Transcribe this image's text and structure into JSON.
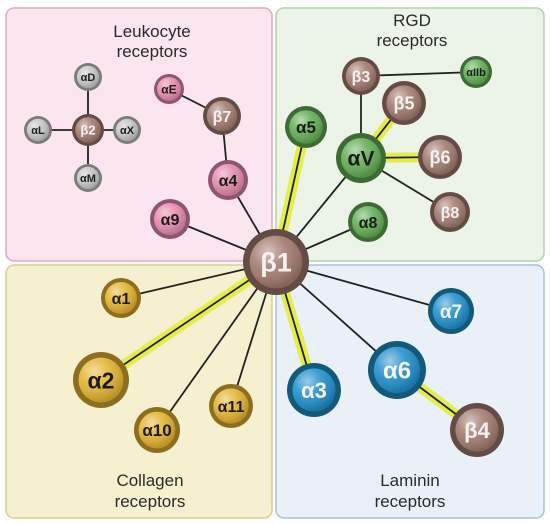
{
  "quadrants": {
    "leukocyte": {
      "line1": "Leukocyte",
      "line2": "receptors",
      "fill": "#fbe5ee",
      "stroke": "#e2a9c1"
    },
    "rgd": {
      "line1": "RGD",
      "line2": "receptors",
      "fill": "#ecf4e8",
      "stroke": "#b4d3a8"
    },
    "collagen": {
      "line1": "Collagen",
      "line2": "receptors",
      "fill": "#f5f1d0",
      "stroke": "#dccf8c"
    },
    "laminin": {
      "line1": "Laminin",
      "line2": "receptors",
      "fill": "#e9f0f8",
      "stroke": "#a6c3e0"
    }
  },
  "colors": {
    "grey": "#c6c6c6",
    "brown": "#a27a6e",
    "pink": "#e58aab",
    "green": "#63ad55",
    "gold": "#e4b22e",
    "blue": "#1f8fcc",
    "highlight": "#e4ee4a",
    "link": "#222222"
  },
  "nodes": {
    "b1": {
      "label": "β1",
      "color": "brown"
    },
    "aD": {
      "label": "αD",
      "color": "grey"
    },
    "aL": {
      "label": "αL",
      "color": "grey"
    },
    "b2": {
      "label": "β2",
      "color": "brown"
    },
    "aX": {
      "label": "αX",
      "color": "grey"
    },
    "aM": {
      "label": "αM",
      "color": "grey"
    },
    "aE": {
      "label": "αE",
      "color": "pink"
    },
    "b7": {
      "label": "β7",
      "color": "brown"
    },
    "a4": {
      "label": "α4",
      "color": "pink"
    },
    "a9": {
      "label": "α9",
      "color": "pink"
    },
    "b3": {
      "label": "β3",
      "color": "brown"
    },
    "aIIb": {
      "label": "αIIb",
      "color": "green"
    },
    "a5": {
      "label": "α5",
      "color": "green"
    },
    "b5": {
      "label": "β5",
      "color": "brown"
    },
    "aV": {
      "label": "αV",
      "color": "green"
    },
    "b6": {
      "label": "β6",
      "color": "brown"
    },
    "b8": {
      "label": "β8",
      "color": "brown"
    },
    "a8": {
      "label": "α8",
      "color": "green"
    },
    "a1": {
      "label": "α1",
      "color": "gold"
    },
    "a2": {
      "label": "α2",
      "color": "gold"
    },
    "a10": {
      "label": "α10",
      "color": "gold"
    },
    "a11": {
      "label": "α11",
      "color": "gold"
    },
    "a7": {
      "label": "α7",
      "color": "blue"
    },
    "a6": {
      "label": "α6",
      "color": "blue"
    },
    "a3": {
      "label": "α3",
      "color": "blue"
    },
    "b4": {
      "label": "β4",
      "color": "brown"
    }
  },
  "links": [
    {
      "from": "b2",
      "to": "aD"
    },
    {
      "from": "b2",
      "to": "aL"
    },
    {
      "from": "b2",
      "to": "aX"
    },
    {
      "from": "b2",
      "to": "aM"
    },
    {
      "from": "aE",
      "to": "b7"
    },
    {
      "from": "b7",
      "to": "a4"
    },
    {
      "from": "b3",
      "to": "aIIb"
    },
    {
      "from": "b3",
      "to": "aV"
    },
    {
      "from": "aV",
      "to": "b5",
      "highlight": true
    },
    {
      "from": "aV",
      "to": "b6",
      "highlight": true
    },
    {
      "from": "aV",
      "to": "b8"
    },
    {
      "from": "b1",
      "to": "a4"
    },
    {
      "from": "b1",
      "to": "a9"
    },
    {
      "from": "b1",
      "to": "a5",
      "highlight": true
    },
    {
      "from": "b1",
      "to": "aV"
    },
    {
      "from": "b1",
      "to": "a8"
    },
    {
      "from": "b1",
      "to": "a1"
    },
    {
      "from": "b1",
      "to": "a2",
      "highlight": true
    },
    {
      "from": "b1",
      "to": "a10"
    },
    {
      "from": "b1",
      "to": "a11"
    },
    {
      "from": "b1",
      "to": "a7"
    },
    {
      "from": "b1",
      "to": "a6"
    },
    {
      "from": "b1",
      "to": "a3",
      "highlight": true
    },
    {
      "from": "a6",
      "to": "b4",
      "highlight": true
    }
  ]
}
